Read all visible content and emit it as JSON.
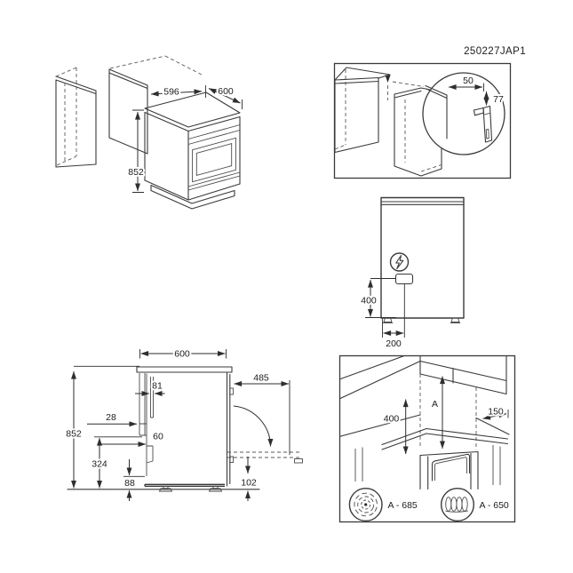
{
  "doc_code": "250227JAP1",
  "colors": {
    "line": "#3a3a3a",
    "text": "#1c1c1c",
    "background": "#ffffff"
  },
  "iso_overview": {
    "description": "isometric view of cooker beside kitchen cabinets",
    "niche_width": "596",
    "cooker_width": "600",
    "niche_height": "852"
  },
  "bracket_detail": {
    "description": "boxed view with magnified anti-tilt bracket on cabinet side",
    "offset_from_corner": "50",
    "bracket_height": "77"
  },
  "rear_view": {
    "description": "rear view with electrical connection point",
    "connection_height": "400",
    "connection_offset": "200"
  },
  "side_view": {
    "description": "side profile with clearances and open door",
    "top_depth": "600",
    "rear_top_gap": "81",
    "rear_upper_gap": "28",
    "total_height": "852",
    "rear_lower_gap": "60",
    "rear_clearance_height": "324",
    "rear_floor_gap": "88",
    "door_open_depth": "485",
    "front_floor_gap": "102"
  },
  "installation_view": {
    "description": "clearances to wall cabinets above hob",
    "side_wall_height": "400",
    "hood_distance_label": "A",
    "side_wall_distance": "150",
    "legend": [
      {
        "icon": "fan-burner-icon",
        "label": "A - 685"
      },
      {
        "icon": "coil-burner-icon",
        "label": "A - 650"
      }
    ]
  }
}
